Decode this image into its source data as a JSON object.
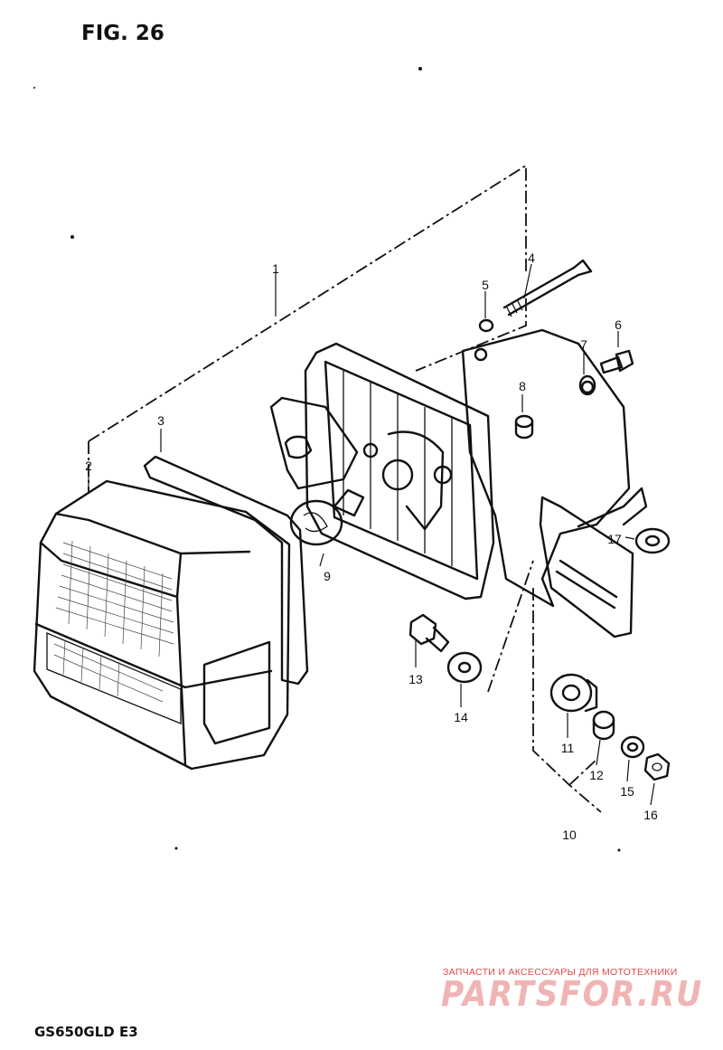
{
  "figure": {
    "title": "FIG. 26",
    "model": "GS650GLD E3"
  },
  "callouts": [
    {
      "id": "1",
      "label": "1"
    },
    {
      "id": "2",
      "label": "2"
    },
    {
      "id": "3",
      "label": "3"
    },
    {
      "id": "4",
      "label": "4"
    },
    {
      "id": "5",
      "label": "5"
    },
    {
      "id": "6",
      "label": "6"
    },
    {
      "id": "7",
      "label": "7"
    },
    {
      "id": "8",
      "label": "8"
    },
    {
      "id": "9",
      "label": "9"
    },
    {
      "id": "10",
      "label": "10"
    },
    {
      "id": "11",
      "label": "11"
    },
    {
      "id": "12",
      "label": "12"
    },
    {
      "id": "13",
      "label": "13"
    },
    {
      "id": "14",
      "label": "14"
    },
    {
      "id": "15",
      "label": "15"
    },
    {
      "id": "16",
      "label": "16"
    },
    {
      "id": "17",
      "label": "17"
    }
  ],
  "watermark": {
    "tagline": "ЗАПЧАСТИ И АКСЕССУАРЫ ДЛЯ МОТОТЕХНИКИ",
    "brand": "PARTSFOR.RU"
  },
  "colors": {
    "ink": "#111111",
    "watermark_red": "#e04848",
    "watermark_pink": "#f0b4b4"
  }
}
